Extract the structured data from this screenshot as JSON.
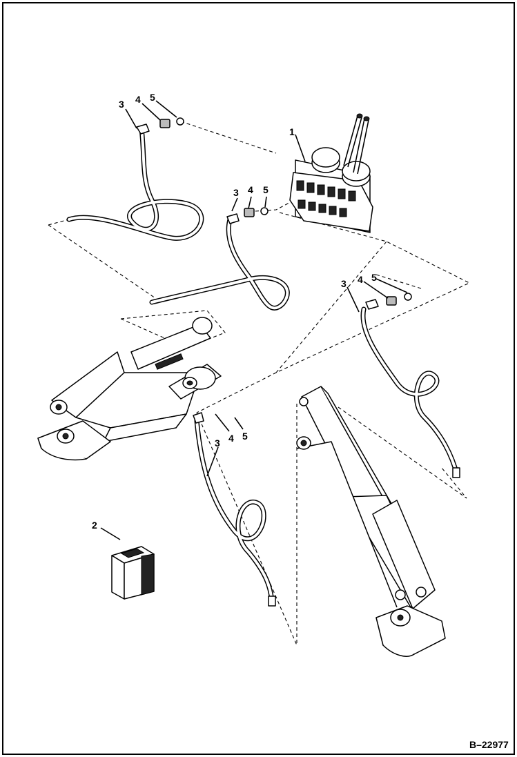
{
  "figure_id": "B–22977",
  "callouts": {
    "valve": "1",
    "decal": "2",
    "hose_upper_left": "3",
    "fitting_upper_left": "4",
    "oring_upper_left": "5",
    "hose_center": "3",
    "fitting_center": "4",
    "oring_center": "5",
    "hose_right": "3",
    "fitting_right": "4",
    "oring_right": "5",
    "hose_lower": "3",
    "fitting_lower": "4",
    "oring_lower": "5"
  }
}
